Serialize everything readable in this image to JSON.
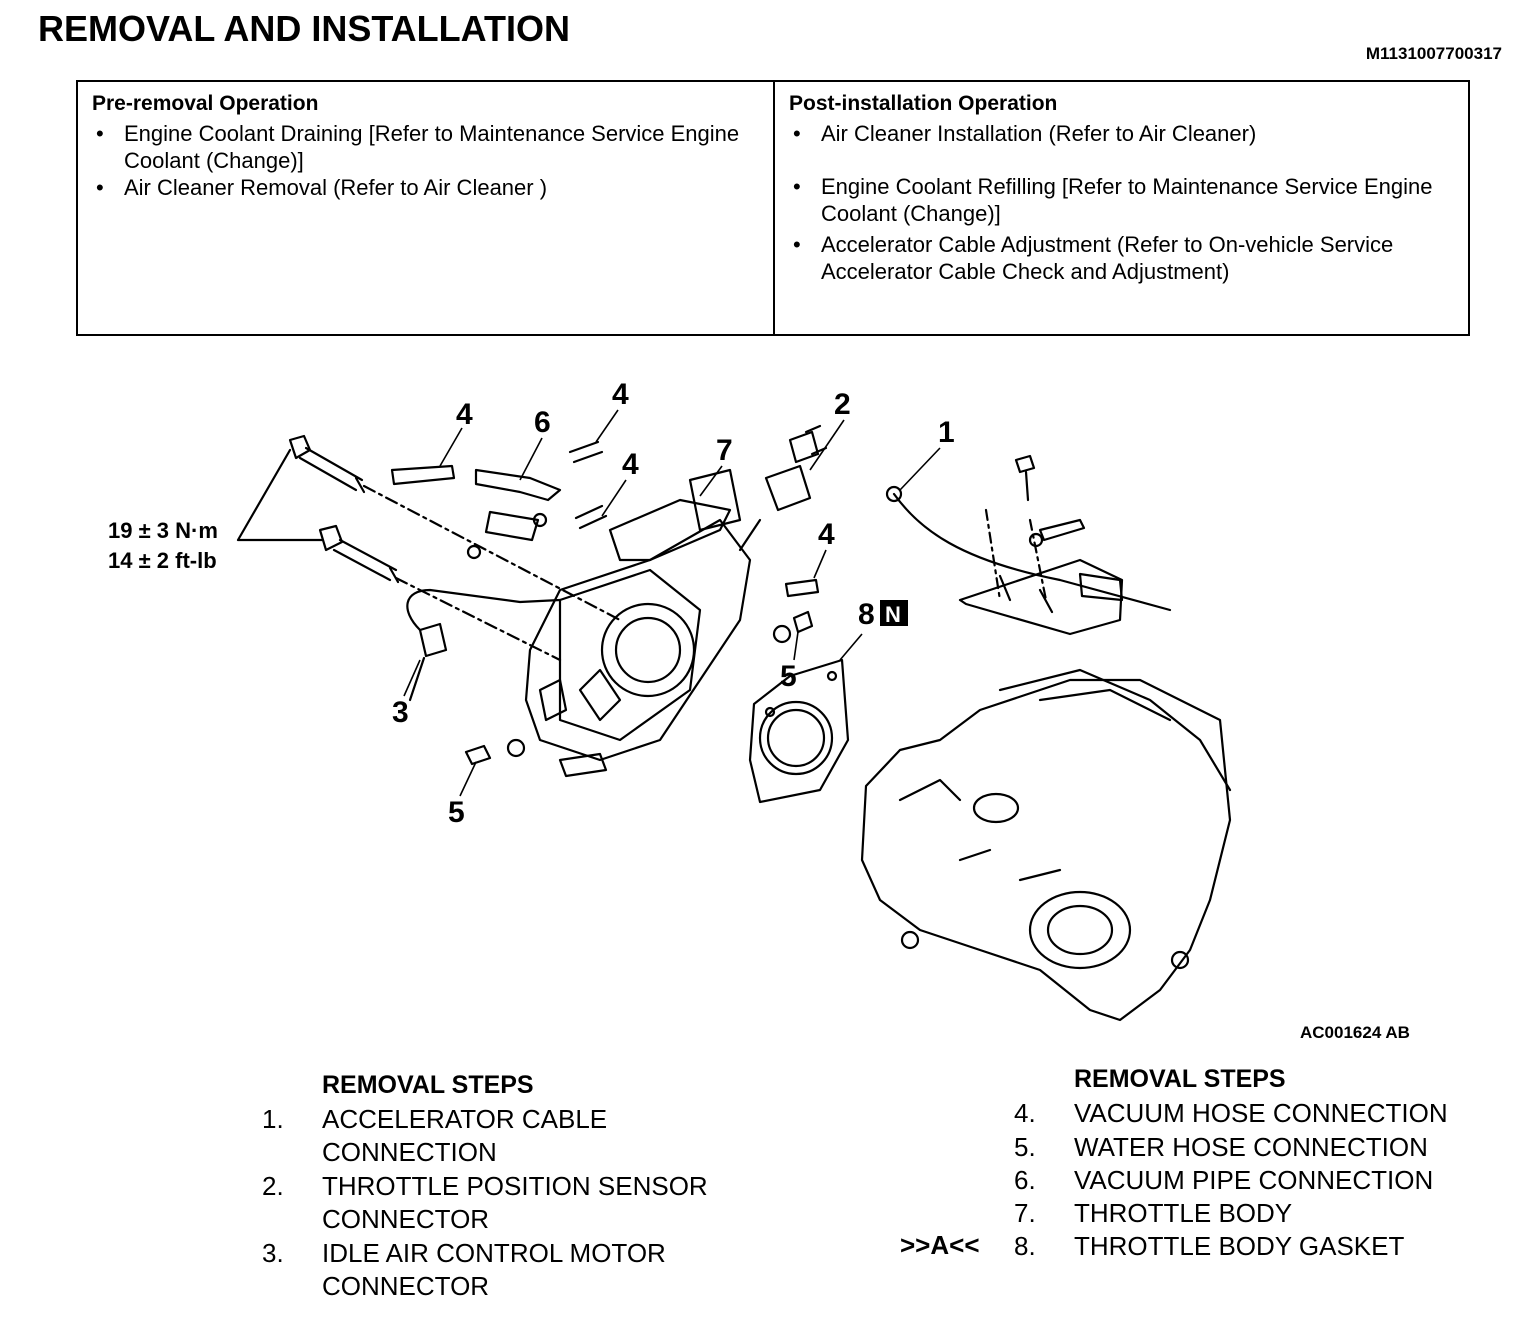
{
  "header": {
    "title": "REMOVAL AND INSTALLATION",
    "doc_id": "M1131007700317"
  },
  "operations": {
    "pre": {
      "heading": "Pre-removal Operation",
      "items": [
        "Engine Coolant Draining [Refer to Maintenance Service Engine Coolant (Change)]",
        "Air Cleaner Removal (Refer to Air Cleaner )"
      ]
    },
    "post": {
      "heading": "Post-installation Operation",
      "items": [
        "Air Cleaner Installation (Refer to Air Cleaner)",
        "Engine Coolant Refilling [Refer to Maintenance Service Engine Coolant (Change)]",
        "Accelerator Cable Adjustment (Refer to On-vehicle Service Accelerator Cable Check and Adjustment)"
      ]
    }
  },
  "figure": {
    "callouts": [
      "1",
      "2",
      "3",
      "4",
      "4",
      "4",
      "4",
      "5",
      "5",
      "6",
      "7",
      "8"
    ],
    "new_part_badge": "N",
    "torque_nm": "19 ± 3 N·m",
    "torque_ftlb": "14 ± 2 ft-lb",
    "figure_id": "AC001624 AB"
  },
  "steps": {
    "left_heading": "REMOVAL STEPS",
    "right_heading": "REMOVAL STEPS",
    "left": [
      {
        "num": "1.",
        "line1": "ACCELERATOR CABLE",
        "line2": "CONNECTION"
      },
      {
        "num": "2.",
        "line1": "THROTTLE POSITION SENSOR",
        "line2": "CONNECTOR"
      },
      {
        "num": "3.",
        "line1": "IDLE AIR CONTROL MOTOR",
        "line2": "CONNECTOR"
      }
    ],
    "right": [
      {
        "num": "4.",
        "text": "VACUUM HOSE CONNECTION"
      },
      {
        "num": "5.",
        "text": "WATER HOSE CONNECTION"
      },
      {
        "num": "6.",
        "text": "VACUUM PIPE CONNECTION"
      },
      {
        "num": "7.",
        "text": "THROTTLE BODY"
      },
      {
        "num": "8.",
        "text": "THROTTLE BODY GASKET"
      }
    ],
    "note_marker": ">>A<<"
  }
}
